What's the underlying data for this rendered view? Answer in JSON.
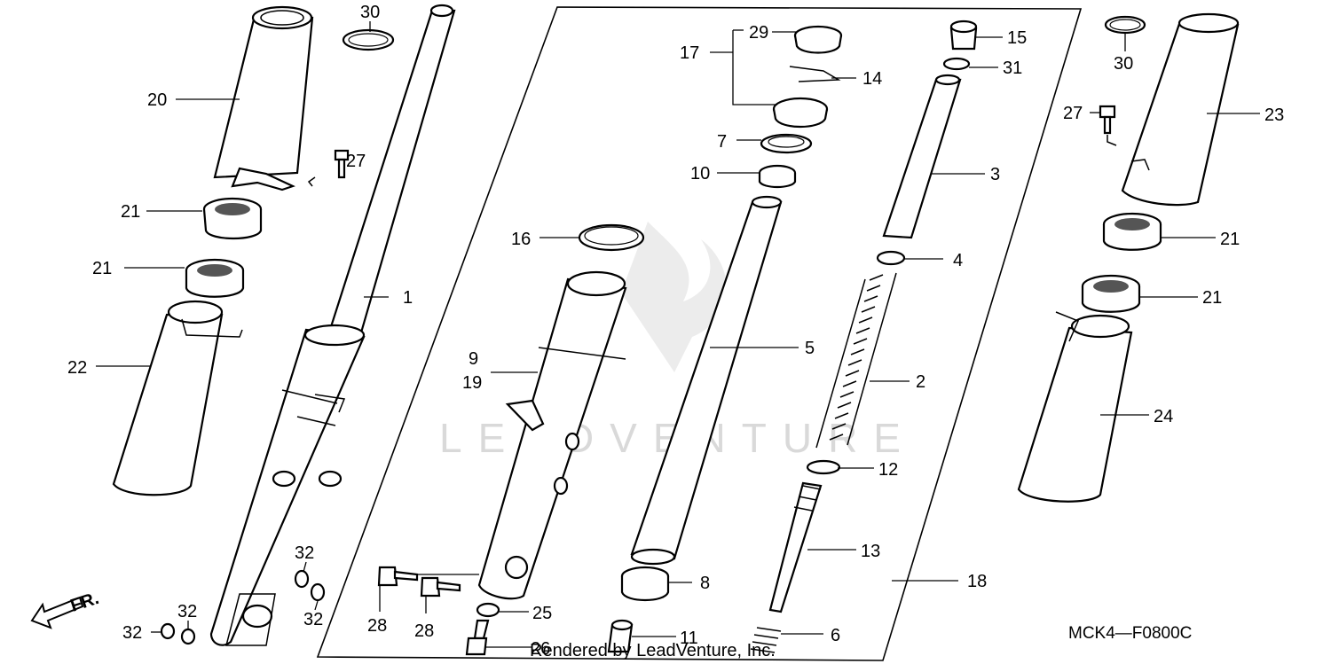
{
  "diagram": {
    "callouts": [
      "1",
      "2",
      "3",
      "4",
      "5",
      "6",
      "7",
      "8",
      "9",
      "19",
      "10",
      "11",
      "12",
      "13",
      "14",
      "15",
      "16",
      "17",
      "18",
      "20",
      "21",
      "21",
      "21",
      "21",
      "22",
      "23",
      "24",
      "25",
      "26",
      "27",
      "27",
      "28",
      "28",
      "29",
      "30",
      "30",
      "31",
      "32",
      "32",
      "32",
      "32"
    ],
    "direction_label": "FR.",
    "diagram_code": "MCK4—F0800C",
    "watermark": "LEADVENTURE",
    "footer": "Rendered by LeadVenture, Inc."
  }
}
